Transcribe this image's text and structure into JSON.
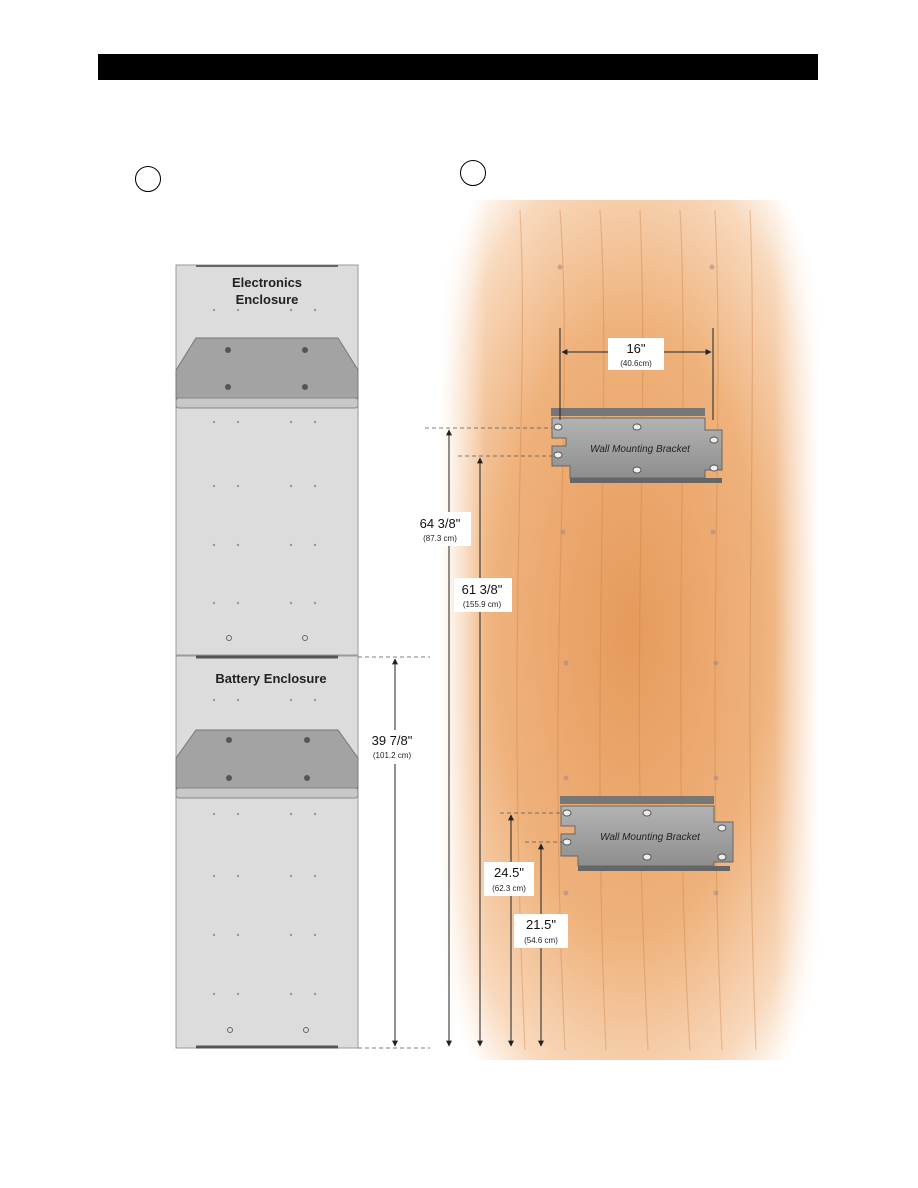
{
  "electronics": {
    "title_line1": "Electronics",
    "title_line2": "Enclosure"
  },
  "battery": {
    "title": "Battery Enclosure"
  },
  "brackets": {
    "upper_label": "Wall Mounting Bracket",
    "lower_label": "Wall Mounting Bracket"
  },
  "dimensions": {
    "width": {
      "main": "16\"",
      "sub": "(40.6cm)"
    },
    "d1": {
      "main": "64 3/8\"",
      "sub": "(87.3 cm)"
    },
    "d2": {
      "main": "61 3/8\"",
      "sub": "(155.9 cm)"
    },
    "d3": {
      "main": "39 7/8\"",
      "sub": "(101.2 cm)"
    },
    "d4": {
      "main": "24.5\"",
      "sub": "(62.3 cm)"
    },
    "d5": {
      "main": "21.5\"",
      "sub": "(54.6 cm)"
    }
  },
  "colors": {
    "wall_wood": "#e9a46a",
    "enclosure": "#dcdcdc",
    "bracket": "#9a9a9a"
  }
}
